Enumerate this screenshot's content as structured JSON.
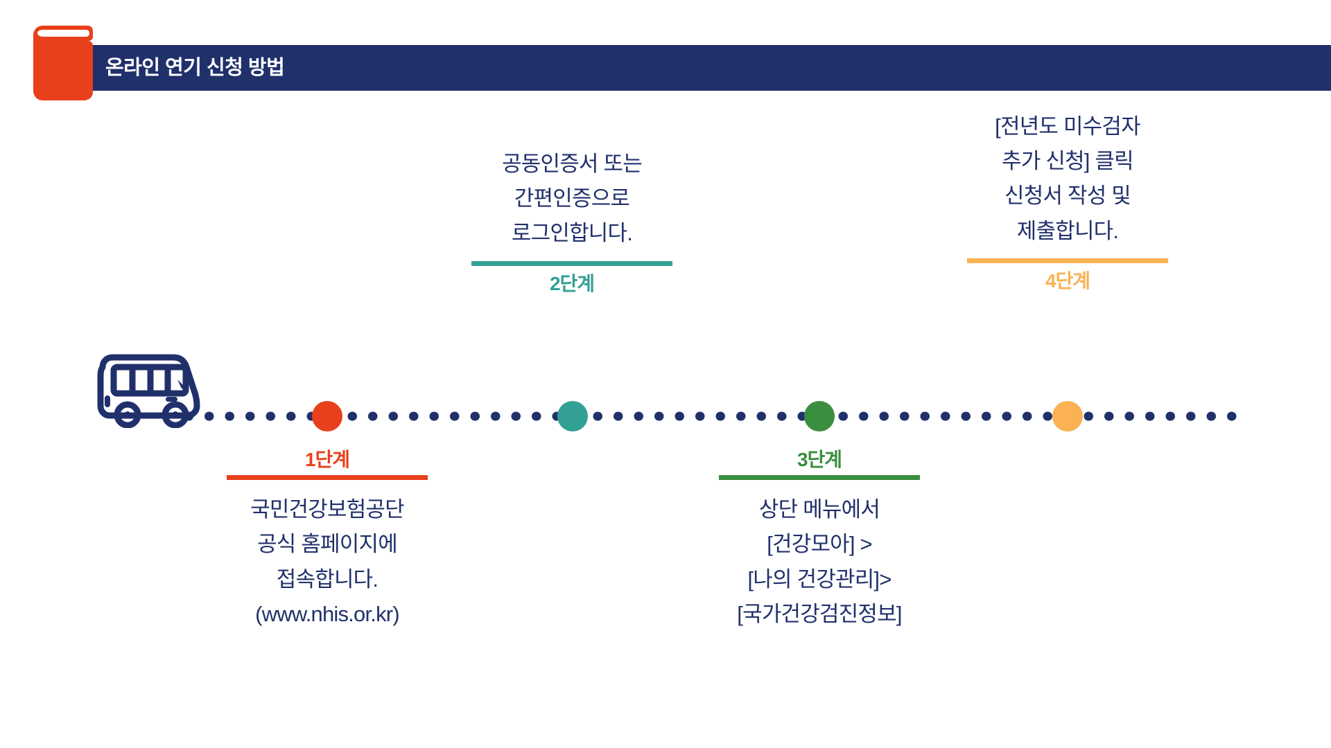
{
  "header": {
    "title": "온라인 연기 신청 방법",
    "banner_color": "#20306B",
    "book_icon": "book-icon",
    "book_color": "#E8401C"
  },
  "timeline": {
    "rail_icon": "bus-icon",
    "rail_color": "#20306B",
    "dot_color": "#20306B"
  },
  "steps": [
    {
      "label": "1단계",
      "color": "#E8401C",
      "position": "below",
      "text": "국민건강보험공단\n공식 홈페이지에\n접속합니다.\n(www.nhis.or.kr)"
    },
    {
      "label": "2단계",
      "color": "#33A095",
      "position": "above",
      "text": "공동인증서 또는\n간편인증으로\n로그인합니다."
    },
    {
      "label": "3단계",
      "color": "#3A8E3F",
      "position": "below",
      "text": "상단 메뉴에서\n[건강모아] >\n[나의 건강관리]>\n[국가건강검진정보]"
    },
    {
      "label": "4단계",
      "color": "#FBB254",
      "position": "above",
      "text": "[전년도 미수검자\n추가 신청] 클릭\n신청서 작성 및\n제출합니다."
    }
  ]
}
